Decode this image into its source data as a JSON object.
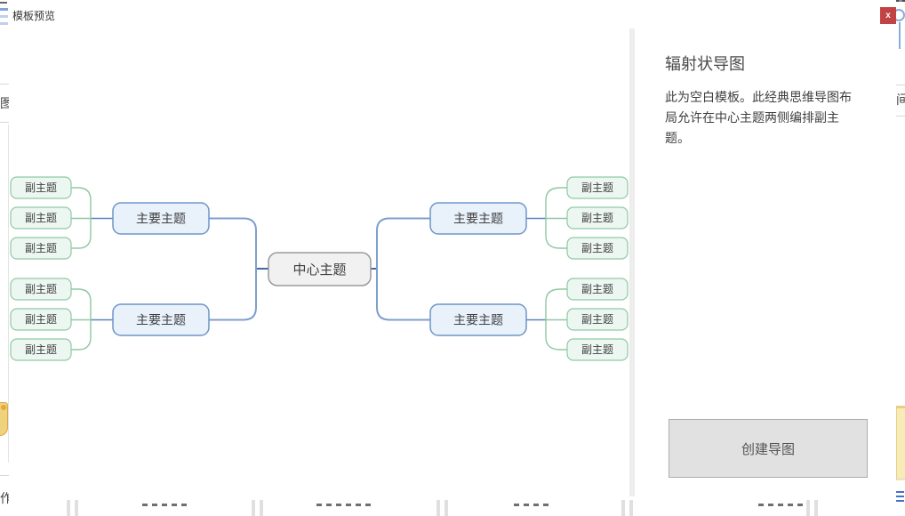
{
  "dialog": {
    "title": "模板预览",
    "close_label": "x"
  },
  "panel": {
    "title": "辐射状导图",
    "description": "此为空白模板。此经典思维导图布局允许在中心主题两侧编排副主题。",
    "create_button": "创建导图"
  },
  "map": {
    "center": "中心主题",
    "main": "主要主题",
    "sub": "副主题"
  },
  "background": {
    "left_label": "图",
    "right_label": "间",
    "bottom_left_label": "作"
  },
  "colors": {
    "close_button": "#c24343",
    "main_topic_fill": "#e9f1fb",
    "main_topic_border": "#6e95c8",
    "sub_topic_fill": "#edf7f1",
    "sub_topic_border": "#90c9a6",
    "center_fill": "#f1f1f1",
    "center_border": "#9a9a9a",
    "connector_blue": "#7f9fce",
    "connector_green": "#8fc8a4",
    "create_button_bg": "#e1e1e1"
  }
}
